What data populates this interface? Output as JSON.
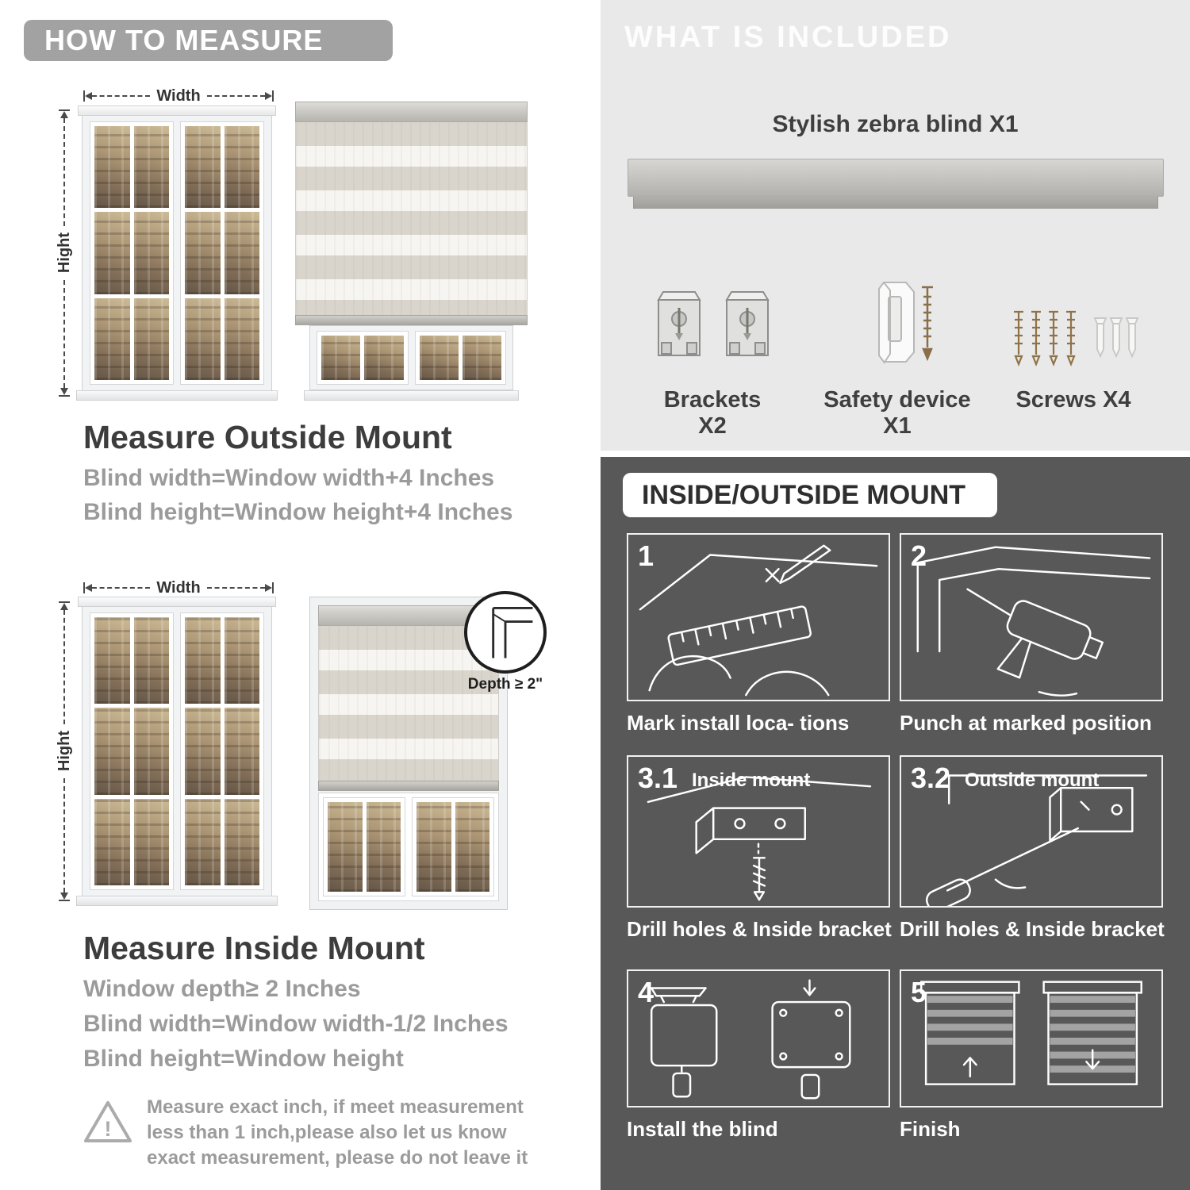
{
  "colors": {
    "header_pill_gray": "#a2a2a2",
    "included_bg": "#e9e9e9",
    "mount_bg": "#585858",
    "title_text": "#3d3d3d",
    "subtitle_text": "#9b9b9b",
    "caption_text": "#ffffff"
  },
  "how_to_measure": {
    "header": "HOW TO MEASURE",
    "outside": {
      "width_label": "Width",
      "height_label": "Hight",
      "title": "Measure Outside Mount",
      "lines": [
        "Blind width=Window width+4 Inches",
        "Blind height=Window height+4 Inches"
      ]
    },
    "inside": {
      "width_label": "Width",
      "height_label": "Hight",
      "depth_label": "Depth ≥ 2\"",
      "title": "Measure Inside Mount",
      "lines": [
        "Window depth≥ 2 Inches",
        "Blind width=Window width-1/2 Inches",
        "Blind height=Window height"
      ]
    },
    "warning": {
      "symbol": "!",
      "text": "Measure exact inch, if meet measurement less than 1 inch,please also let us know exact measurement, please do not leave it"
    }
  },
  "what_is_included": {
    "header": "WHAT IS INCLUDED",
    "blind_label": "Stylish zebra blind X1",
    "items": [
      {
        "name": "brackets",
        "label": "Brackets X2"
      },
      {
        "name": "safety-device",
        "label": "Safety device X1"
      },
      {
        "name": "screws",
        "label": "Screws X4"
      }
    ]
  },
  "mount_guide": {
    "header": "INSIDE/OUTSIDE MOUNT",
    "steps": [
      {
        "num": "1",
        "title": "",
        "caption": "Mark install loca- tions"
      },
      {
        "num": "2",
        "title": "",
        "caption": "Punch at  marked position"
      },
      {
        "num": "3.1",
        "title": "Inside mount",
        "caption": "Drill holes &  Inside bracket"
      },
      {
        "num": "3.2",
        "title": "Outside mount",
        "caption": "Drill holes &  Inside bracket"
      },
      {
        "num": "4",
        "title": "",
        "caption": "Install the blind"
      },
      {
        "num": "5",
        "title": "",
        "caption": "Finish"
      }
    ]
  }
}
